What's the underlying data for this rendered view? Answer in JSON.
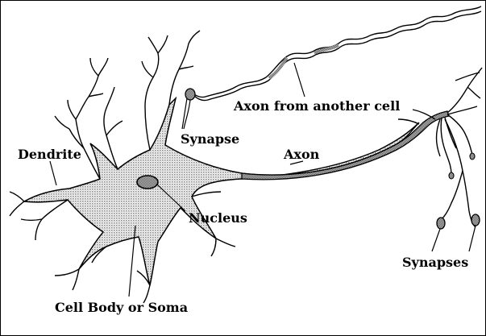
{
  "diagram": {
    "labels": {
      "axon_from_another_cell": "Axon from another cell",
      "synapse": "Synapse",
      "dendrite": "Dendrite",
      "axon": "Axon",
      "nucleus": "Nucleus",
      "synapses": "Synapses",
      "cell_body": "Cell Body or Soma"
    },
    "colors": {
      "line": "#000000",
      "fill_dots": "#9a9a9a",
      "nucleus_fill": "#7a7a7a",
      "background": "#ffffff"
    }
  }
}
